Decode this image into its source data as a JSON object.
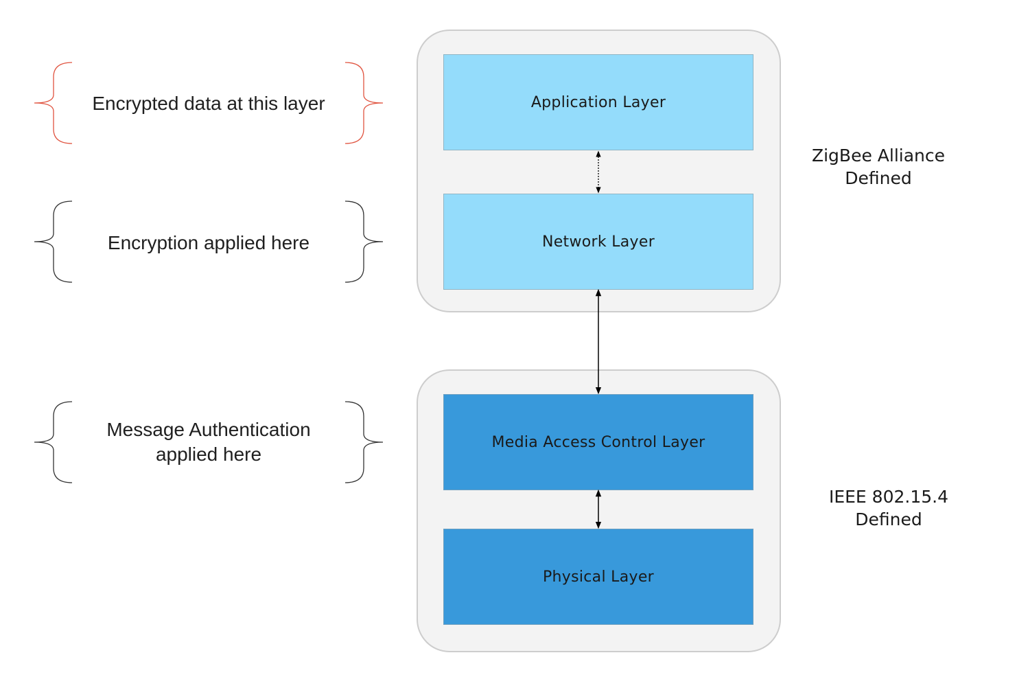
{
  "layers": {
    "application": "Application Layer",
    "network": "Network Layer",
    "mac": "Media Access Control Layer",
    "physical": "Physical Layer"
  },
  "groups": {
    "zigbee": [
      "ZigBee Alliance",
      "Defined"
    ],
    "ieee": [
      "IEEE 802.15.4",
      "Defined"
    ]
  },
  "annotations": {
    "encrypted_data": [
      "Encrypted data at this layer"
    ],
    "encryption_applied": [
      "Encryption applied here"
    ],
    "message_auth": [
      "Message Authentication",
      "applied here"
    ]
  },
  "colors": {
    "group_fill": "#f3f3f3",
    "light_layer": "#94dcfb",
    "dark_layer": "#3899db",
    "red_brace": "#e0533f",
    "dark_brace": "#333333"
  }
}
